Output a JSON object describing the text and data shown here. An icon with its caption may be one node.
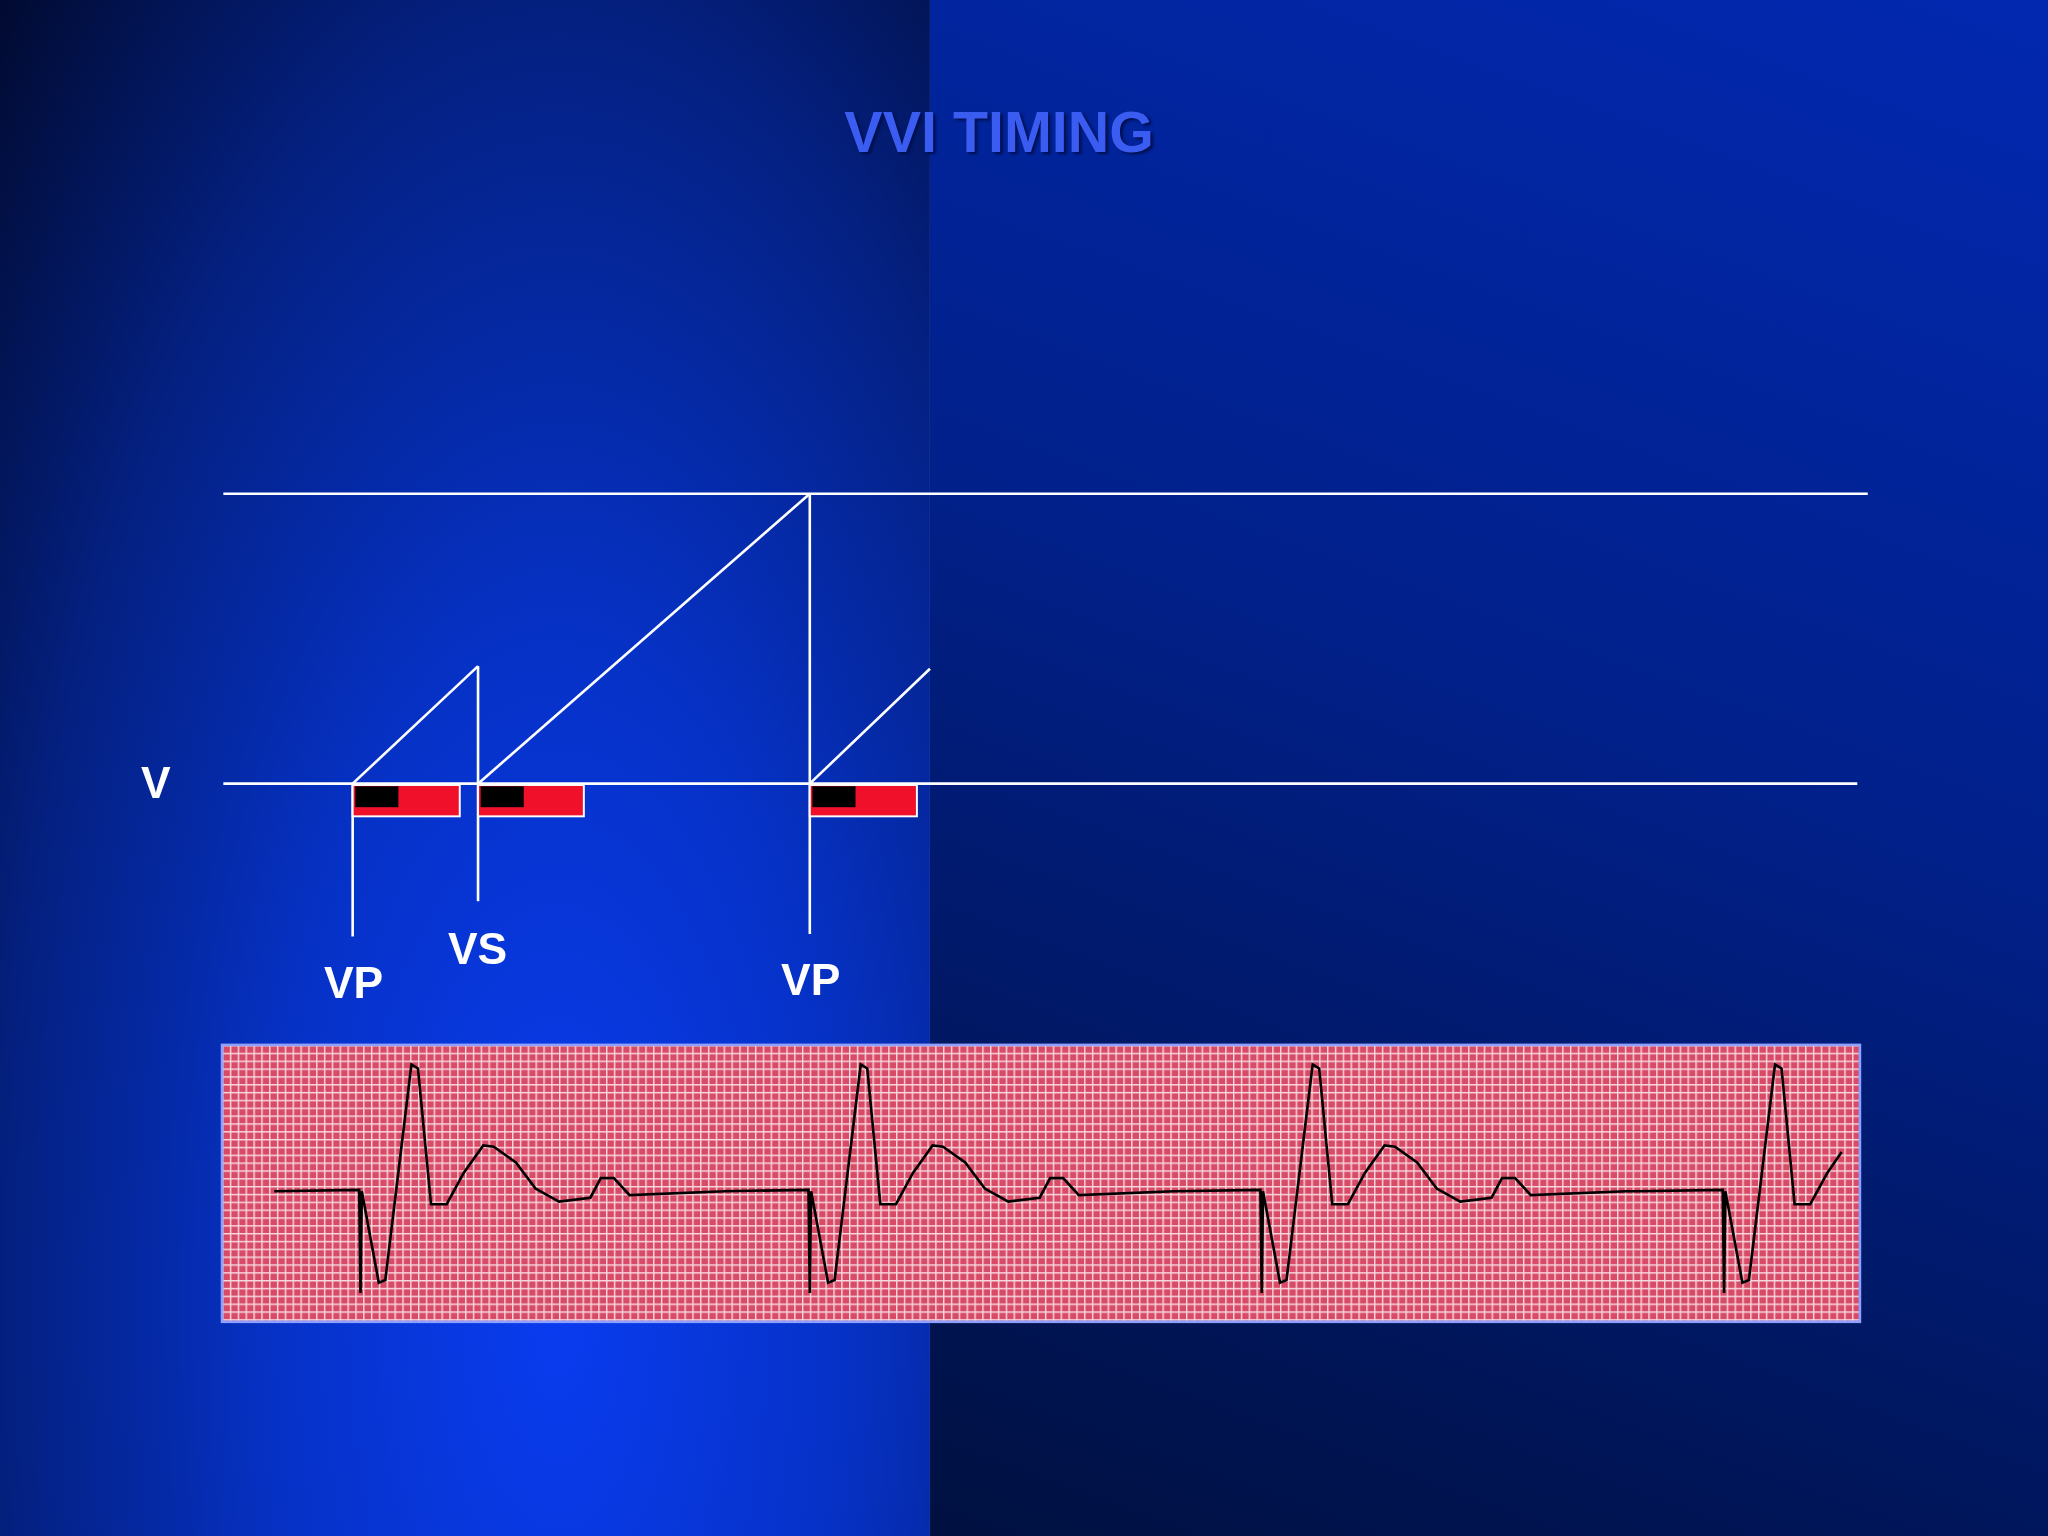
{
  "diagram": {
    "title": "VVI TIMING",
    "labels": [
      "V",
      "VP",
      "VS",
      "VP"
    ]
  }
}
